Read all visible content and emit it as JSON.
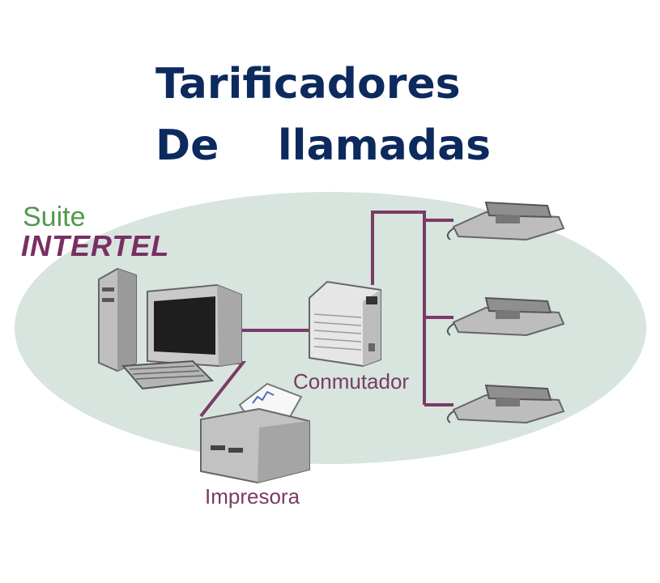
{
  "title": {
    "line1": "Tarificadores",
    "line2": "De    llamadas"
  },
  "logo": {
    "line1": "Suite",
    "line2": "INTERTEL"
  },
  "nodes": {
    "switch_label": "Conmutador",
    "printer_label": "Impresora"
  },
  "colors": {
    "title": "#0d2a5e",
    "ellipse": "#d8e4de",
    "wire": "#7a3b67",
    "logo_green": "#4f9a4a",
    "logo_purple": "#7a2f63"
  }
}
